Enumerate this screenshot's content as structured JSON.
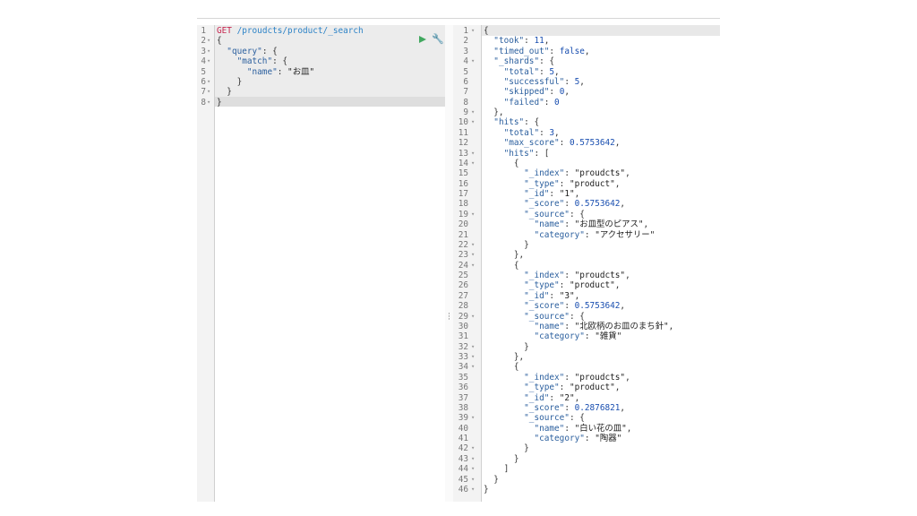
{
  "request": {
    "method": "GET",
    "path": "/proudcts/product/_search",
    "lines": [
      {
        "n": "1",
        "fold": false,
        "parts": []
      },
      {
        "n": "2",
        "fold": true,
        "parts": [
          [
            "p",
            "{"
          ]
        ]
      },
      {
        "n": "3",
        "fold": true,
        "parts": [
          [
            "p",
            "  "
          ],
          [
            "k",
            "\"query\""
          ],
          [
            "p",
            ": {"
          ]
        ]
      },
      {
        "n": "4",
        "fold": true,
        "parts": [
          [
            "p",
            "    "
          ],
          [
            "k",
            "\"match\""
          ],
          [
            "p",
            ": {"
          ]
        ]
      },
      {
        "n": "5",
        "fold": false,
        "parts": [
          [
            "p",
            "      "
          ],
          [
            "k",
            "\"name\""
          ],
          [
            "p",
            ": "
          ],
          [
            "s",
            "\"お皿\""
          ]
        ]
      },
      {
        "n": "6",
        "fold": true,
        "parts": [
          [
            "p",
            "    }"
          ]
        ]
      },
      {
        "n": "7",
        "fold": true,
        "parts": [
          [
            "p",
            "  }"
          ]
        ]
      },
      {
        "n": "8",
        "fold": true,
        "parts": [
          [
            "p",
            "}"
          ]
        ]
      }
    ]
  },
  "icons": {
    "run": "play-icon",
    "settings": "wrench-icon",
    "resize": "drag-handle-icon"
  },
  "colors": {
    "method": "#c7254e",
    "path": "#2d83c7",
    "run": "#41a85f"
  },
  "response": {
    "lines": [
      {
        "n": "1",
        "fold": true,
        "parts": [
          [
            "p",
            "{"
          ]
        ]
      },
      {
        "n": "2",
        "fold": false,
        "parts": [
          [
            "p",
            "  "
          ],
          [
            "k",
            "\"took\""
          ],
          [
            "p",
            ": "
          ],
          [
            "n",
            "11"
          ],
          [
            "p",
            ","
          ]
        ]
      },
      {
        "n": "3",
        "fold": false,
        "parts": [
          [
            "p",
            "  "
          ],
          [
            "k",
            "\"timed_out\""
          ],
          [
            "p",
            ": "
          ],
          [
            "b",
            "false"
          ],
          [
            "p",
            ","
          ]
        ]
      },
      {
        "n": "4",
        "fold": true,
        "parts": [
          [
            "p",
            "  "
          ],
          [
            "k",
            "\"_shards\""
          ],
          [
            "p",
            ": {"
          ]
        ]
      },
      {
        "n": "5",
        "fold": false,
        "parts": [
          [
            "p",
            "    "
          ],
          [
            "k",
            "\"total\""
          ],
          [
            "p",
            ": "
          ],
          [
            "n",
            "5"
          ],
          [
            "p",
            ","
          ]
        ]
      },
      {
        "n": "6",
        "fold": false,
        "parts": [
          [
            "p",
            "    "
          ],
          [
            "k",
            "\"successful\""
          ],
          [
            "p",
            ": "
          ],
          [
            "n",
            "5"
          ],
          [
            "p",
            ","
          ]
        ]
      },
      {
        "n": "7",
        "fold": false,
        "parts": [
          [
            "p",
            "    "
          ],
          [
            "k",
            "\"skipped\""
          ],
          [
            "p",
            ": "
          ],
          [
            "n",
            "0"
          ],
          [
            "p",
            ","
          ]
        ]
      },
      {
        "n": "8",
        "fold": false,
        "parts": [
          [
            "p",
            "    "
          ],
          [
            "k",
            "\"failed\""
          ],
          [
            "p",
            ": "
          ],
          [
            "n",
            "0"
          ]
        ]
      },
      {
        "n": "9",
        "fold": true,
        "parts": [
          [
            "p",
            "  },"
          ]
        ]
      },
      {
        "n": "10",
        "fold": true,
        "parts": [
          [
            "p",
            "  "
          ],
          [
            "k",
            "\"hits\""
          ],
          [
            "p",
            ": {"
          ]
        ]
      },
      {
        "n": "11",
        "fold": false,
        "parts": [
          [
            "p",
            "    "
          ],
          [
            "k",
            "\"total\""
          ],
          [
            "p",
            ": "
          ],
          [
            "n",
            "3"
          ],
          [
            "p",
            ","
          ]
        ]
      },
      {
        "n": "12",
        "fold": false,
        "parts": [
          [
            "p",
            "    "
          ],
          [
            "k",
            "\"max_score\""
          ],
          [
            "p",
            ": "
          ],
          [
            "n",
            "0.5753642"
          ],
          [
            "p",
            ","
          ]
        ]
      },
      {
        "n": "13",
        "fold": true,
        "parts": [
          [
            "p",
            "    "
          ],
          [
            "k",
            "\"hits\""
          ],
          [
            "p",
            ": ["
          ]
        ]
      },
      {
        "n": "14",
        "fold": true,
        "parts": [
          [
            "p",
            "      {"
          ]
        ]
      },
      {
        "n": "15",
        "fold": false,
        "parts": [
          [
            "p",
            "        "
          ],
          [
            "k",
            "\"_index\""
          ],
          [
            "p",
            ": "
          ],
          [
            "s",
            "\"proudcts\""
          ],
          [
            "p",
            ","
          ]
        ]
      },
      {
        "n": "16",
        "fold": false,
        "parts": [
          [
            "p",
            "        "
          ],
          [
            "k",
            "\"_type\""
          ],
          [
            "p",
            ": "
          ],
          [
            "s",
            "\"product\""
          ],
          [
            "p",
            ","
          ]
        ]
      },
      {
        "n": "17",
        "fold": false,
        "parts": [
          [
            "p",
            "        "
          ],
          [
            "k",
            "\"_id\""
          ],
          [
            "p",
            ": "
          ],
          [
            "s",
            "\"1\""
          ],
          [
            "p",
            ","
          ]
        ]
      },
      {
        "n": "18",
        "fold": false,
        "parts": [
          [
            "p",
            "        "
          ],
          [
            "k",
            "\"_score\""
          ],
          [
            "p",
            ": "
          ],
          [
            "n",
            "0.5753642"
          ],
          [
            "p",
            ","
          ]
        ]
      },
      {
        "n": "19",
        "fold": true,
        "parts": [
          [
            "p",
            "        "
          ],
          [
            "k",
            "\"_source\""
          ],
          [
            "p",
            ": {"
          ]
        ]
      },
      {
        "n": "20",
        "fold": false,
        "parts": [
          [
            "p",
            "          "
          ],
          [
            "k",
            "\"name\""
          ],
          [
            "p",
            ": "
          ],
          [
            "s",
            "\"お皿型のピアス\""
          ],
          [
            "p",
            ","
          ]
        ]
      },
      {
        "n": "21",
        "fold": false,
        "parts": [
          [
            "p",
            "          "
          ],
          [
            "k",
            "\"category\""
          ],
          [
            "p",
            ": "
          ],
          [
            "s",
            "\"アクセサリー\""
          ]
        ]
      },
      {
        "n": "22",
        "fold": true,
        "parts": [
          [
            "p",
            "        }"
          ]
        ]
      },
      {
        "n": "23",
        "fold": true,
        "parts": [
          [
            "p",
            "      },"
          ]
        ]
      },
      {
        "n": "24",
        "fold": true,
        "parts": [
          [
            "p",
            "      {"
          ]
        ]
      },
      {
        "n": "25",
        "fold": false,
        "parts": [
          [
            "p",
            "        "
          ],
          [
            "k",
            "\"_index\""
          ],
          [
            "p",
            ": "
          ],
          [
            "s",
            "\"proudcts\""
          ],
          [
            "p",
            ","
          ]
        ]
      },
      {
        "n": "26",
        "fold": false,
        "parts": [
          [
            "p",
            "        "
          ],
          [
            "k",
            "\"_type\""
          ],
          [
            "p",
            ": "
          ],
          [
            "s",
            "\"product\""
          ],
          [
            "p",
            ","
          ]
        ]
      },
      {
        "n": "27",
        "fold": false,
        "parts": [
          [
            "p",
            "        "
          ],
          [
            "k",
            "\"_id\""
          ],
          [
            "p",
            ": "
          ],
          [
            "s",
            "\"3\""
          ],
          [
            "p",
            ","
          ]
        ]
      },
      {
        "n": "28",
        "fold": false,
        "parts": [
          [
            "p",
            "        "
          ],
          [
            "k",
            "\"_score\""
          ],
          [
            "p",
            ": "
          ],
          [
            "n",
            "0.5753642"
          ],
          [
            "p",
            ","
          ]
        ]
      },
      {
        "n": "29",
        "fold": true,
        "parts": [
          [
            "p",
            "        "
          ],
          [
            "k",
            "\"_source\""
          ],
          [
            "p",
            ": {"
          ]
        ]
      },
      {
        "n": "30",
        "fold": false,
        "parts": [
          [
            "p",
            "          "
          ],
          [
            "k",
            "\"name\""
          ],
          [
            "p",
            ": "
          ],
          [
            "s",
            "\"北欧柄のお皿のまち針\""
          ],
          [
            "p",
            ","
          ]
        ]
      },
      {
        "n": "31",
        "fold": false,
        "parts": [
          [
            "p",
            "          "
          ],
          [
            "k",
            "\"category\""
          ],
          [
            "p",
            ": "
          ],
          [
            "s",
            "\"雑貨\""
          ]
        ]
      },
      {
        "n": "32",
        "fold": true,
        "parts": [
          [
            "p",
            "        }"
          ]
        ]
      },
      {
        "n": "33",
        "fold": true,
        "parts": [
          [
            "p",
            "      },"
          ]
        ]
      },
      {
        "n": "34",
        "fold": true,
        "parts": [
          [
            "p",
            "      {"
          ]
        ]
      },
      {
        "n": "35",
        "fold": false,
        "parts": [
          [
            "p",
            "        "
          ],
          [
            "k",
            "\"_index\""
          ],
          [
            "p",
            ": "
          ],
          [
            "s",
            "\"proudcts\""
          ],
          [
            "p",
            ","
          ]
        ]
      },
      {
        "n": "36",
        "fold": false,
        "parts": [
          [
            "p",
            "        "
          ],
          [
            "k",
            "\"_type\""
          ],
          [
            "p",
            ": "
          ],
          [
            "s",
            "\"product\""
          ],
          [
            "p",
            ","
          ]
        ]
      },
      {
        "n": "37",
        "fold": false,
        "parts": [
          [
            "p",
            "        "
          ],
          [
            "k",
            "\"_id\""
          ],
          [
            "p",
            ": "
          ],
          [
            "s",
            "\"2\""
          ],
          [
            "p",
            ","
          ]
        ]
      },
      {
        "n": "38",
        "fold": false,
        "parts": [
          [
            "p",
            "        "
          ],
          [
            "k",
            "\"_score\""
          ],
          [
            "p",
            ": "
          ],
          [
            "n",
            "0.2876821"
          ],
          [
            "p",
            ","
          ]
        ]
      },
      {
        "n": "39",
        "fold": true,
        "parts": [
          [
            "p",
            "        "
          ],
          [
            "k",
            "\"_source\""
          ],
          [
            "p",
            ": {"
          ]
        ]
      },
      {
        "n": "40",
        "fold": false,
        "parts": [
          [
            "p",
            "          "
          ],
          [
            "k",
            "\"name\""
          ],
          [
            "p",
            ": "
          ],
          [
            "s",
            "\"白い花の皿\""
          ],
          [
            "p",
            ","
          ]
        ]
      },
      {
        "n": "41",
        "fold": false,
        "parts": [
          [
            "p",
            "          "
          ],
          [
            "k",
            "\"category\""
          ],
          [
            "p",
            ": "
          ],
          [
            "s",
            "\"陶器\""
          ]
        ]
      },
      {
        "n": "42",
        "fold": true,
        "parts": [
          [
            "p",
            "        }"
          ]
        ]
      },
      {
        "n": "43",
        "fold": true,
        "parts": [
          [
            "p",
            "      }"
          ]
        ]
      },
      {
        "n": "44",
        "fold": true,
        "parts": [
          [
            "p",
            "    ]"
          ]
        ]
      },
      {
        "n": "45",
        "fold": true,
        "parts": [
          [
            "p",
            "  }"
          ]
        ]
      },
      {
        "n": "46",
        "fold": true,
        "parts": [
          [
            "p",
            "}"
          ]
        ]
      }
    ]
  }
}
